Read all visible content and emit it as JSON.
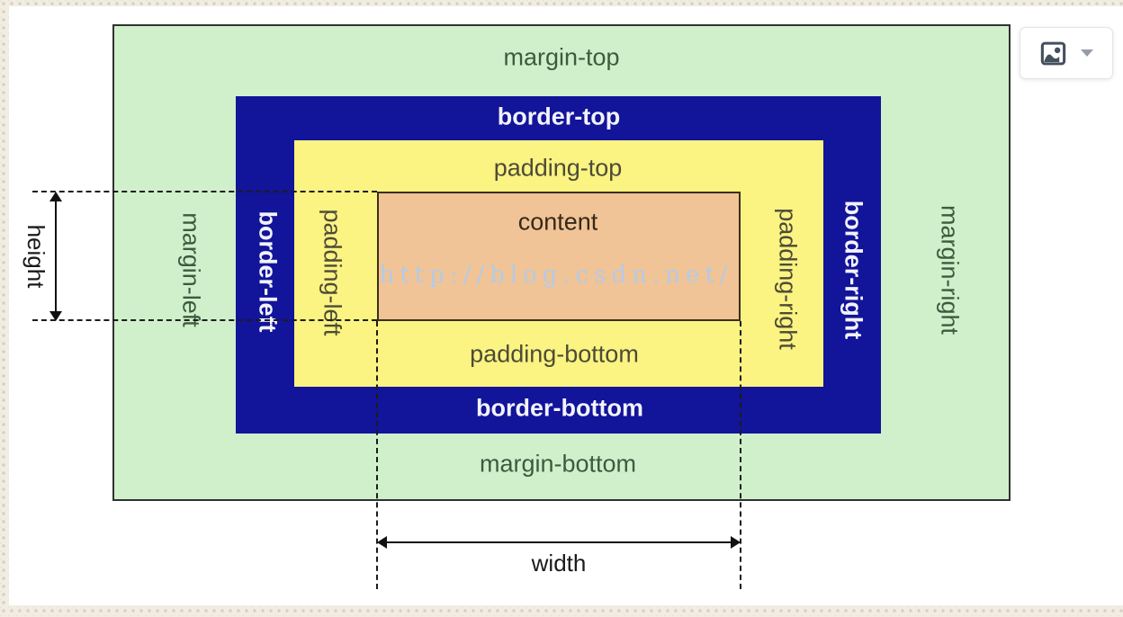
{
  "page": {
    "background_base_color": "#f1ede2",
    "background_dot_color": "#d8d1bf",
    "panel_color": "#ffffff"
  },
  "toolbar_button": {
    "icons": [
      "image-icon",
      "caret-down-icon"
    ]
  },
  "diagram": {
    "type": "css-box-model",
    "watermark": "http://blog.csdn.net/",
    "colors": {
      "margin_bg": "#d0f0cb",
      "border_bg": "#121499",
      "padding_bg": "#fbf382",
      "content_bg": "#f0c496",
      "margin_text": "#3a5c3e",
      "border_text": "#f2f2fa",
      "padding_text": "#4d4b36",
      "content_text": "#35291a",
      "measure_text": "#1a1a1a",
      "watermark_text": "#b4cbe8"
    },
    "labels": {
      "margin_top": "margin-top",
      "margin_right": "margin-right",
      "margin_bottom": "margin-bottom",
      "margin_left": "margin-left",
      "border_top": "border-top",
      "border_right": "border-right",
      "border_bottom": "border-bottom",
      "border_left": "border-left",
      "padding_top": "padding-top",
      "padding_right": "padding-right",
      "padding_bottom": "padding-bottom",
      "padding_left": "padding-left",
      "content": "content",
      "height": "height",
      "width": "width"
    }
  }
}
